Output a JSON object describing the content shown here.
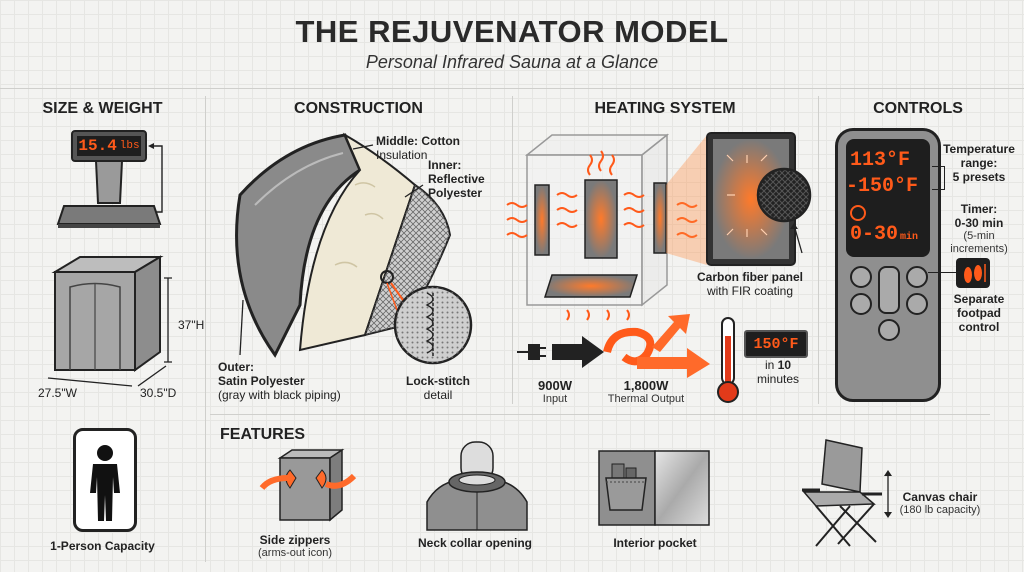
{
  "header": {
    "title": "THE REJUVENATOR MODEL",
    "subtitle": "Personal Infrared Sauna at a Glance"
  },
  "size_weight": {
    "heading": "SIZE & WEIGHT",
    "weight": "15.4",
    "weight_unit": "lbs",
    "height": "37\"H",
    "width": "27.5\"W",
    "depth": "30.5\"D",
    "capacity": "1-Person Capacity"
  },
  "construction": {
    "heading": "CONSTRUCTION",
    "middle_title": "Middle: Cotton",
    "middle_sub": "Insulation",
    "inner_title": "Inner:",
    "inner_line2": "Reflective",
    "inner_line3": "Polyester",
    "outer_title": "Outer:",
    "outer_sub": "Satin Polyester",
    "outer_note": "(gray with black piping)",
    "stitch_title": "Lock-stitch",
    "stitch_sub": "detail"
  },
  "heating": {
    "heading": "HEATING SYSTEM",
    "panel_title": "Carbon fiber panel",
    "panel_sub": "with FIR coating",
    "input_watts": "900W",
    "input_label": "Input",
    "output_watts": "1,800W",
    "output_label": "Thermal Output",
    "temp_display": "150°F",
    "time_line1": "in",
    "time_value": "10",
    "time_line2": "minutes"
  },
  "controls": {
    "heading": "CONTROLS",
    "display_temp_low": "113°F",
    "display_temp_high": "-150°F",
    "display_timer": "0-30",
    "display_timer_unit": "min",
    "temp_range_l1": "Temperature",
    "temp_range_l2": "range:",
    "temp_range_l3": "5 presets",
    "timer_l1": "Timer:",
    "timer_l2": "0-30 min",
    "timer_l3": "(5-min",
    "timer_l4": "increments)",
    "footpad_l1": "Separate",
    "footpad_l2": "footpad",
    "footpad_l3": "control"
  },
  "features": {
    "heading": "FEATURES",
    "items": [
      {
        "title": "Side zippers",
        "sub": "(arms-out icon)"
      },
      {
        "title": "Neck collar opening",
        "sub": ""
      },
      {
        "title": "Interior pocket",
        "sub": ""
      },
      {
        "title": "Canvas chair",
        "sub": "(180 lb capacity)"
      }
    ]
  },
  "colors": {
    "accent": "#ff5a1a",
    "display_bg": "#1e1e1e",
    "panel_gray": "#8f8f8f"
  }
}
